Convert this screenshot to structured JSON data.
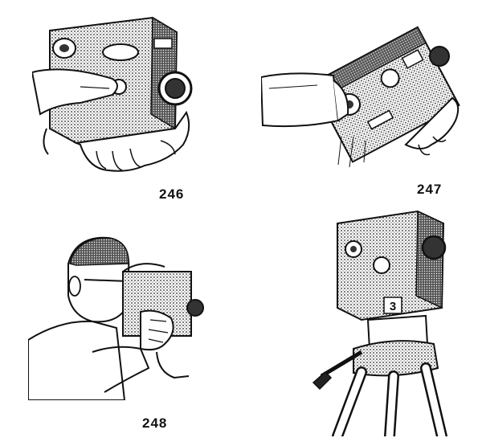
{
  "figures": [
    {
      "id": "fig-246",
      "caption": "246"
    },
    {
      "id": "fig-247",
      "caption": "247"
    },
    {
      "id": "fig-248",
      "caption": "248"
    },
    {
      "id": "fig-249",
      "caption": "",
      "plate_number": "3"
    }
  ]
}
